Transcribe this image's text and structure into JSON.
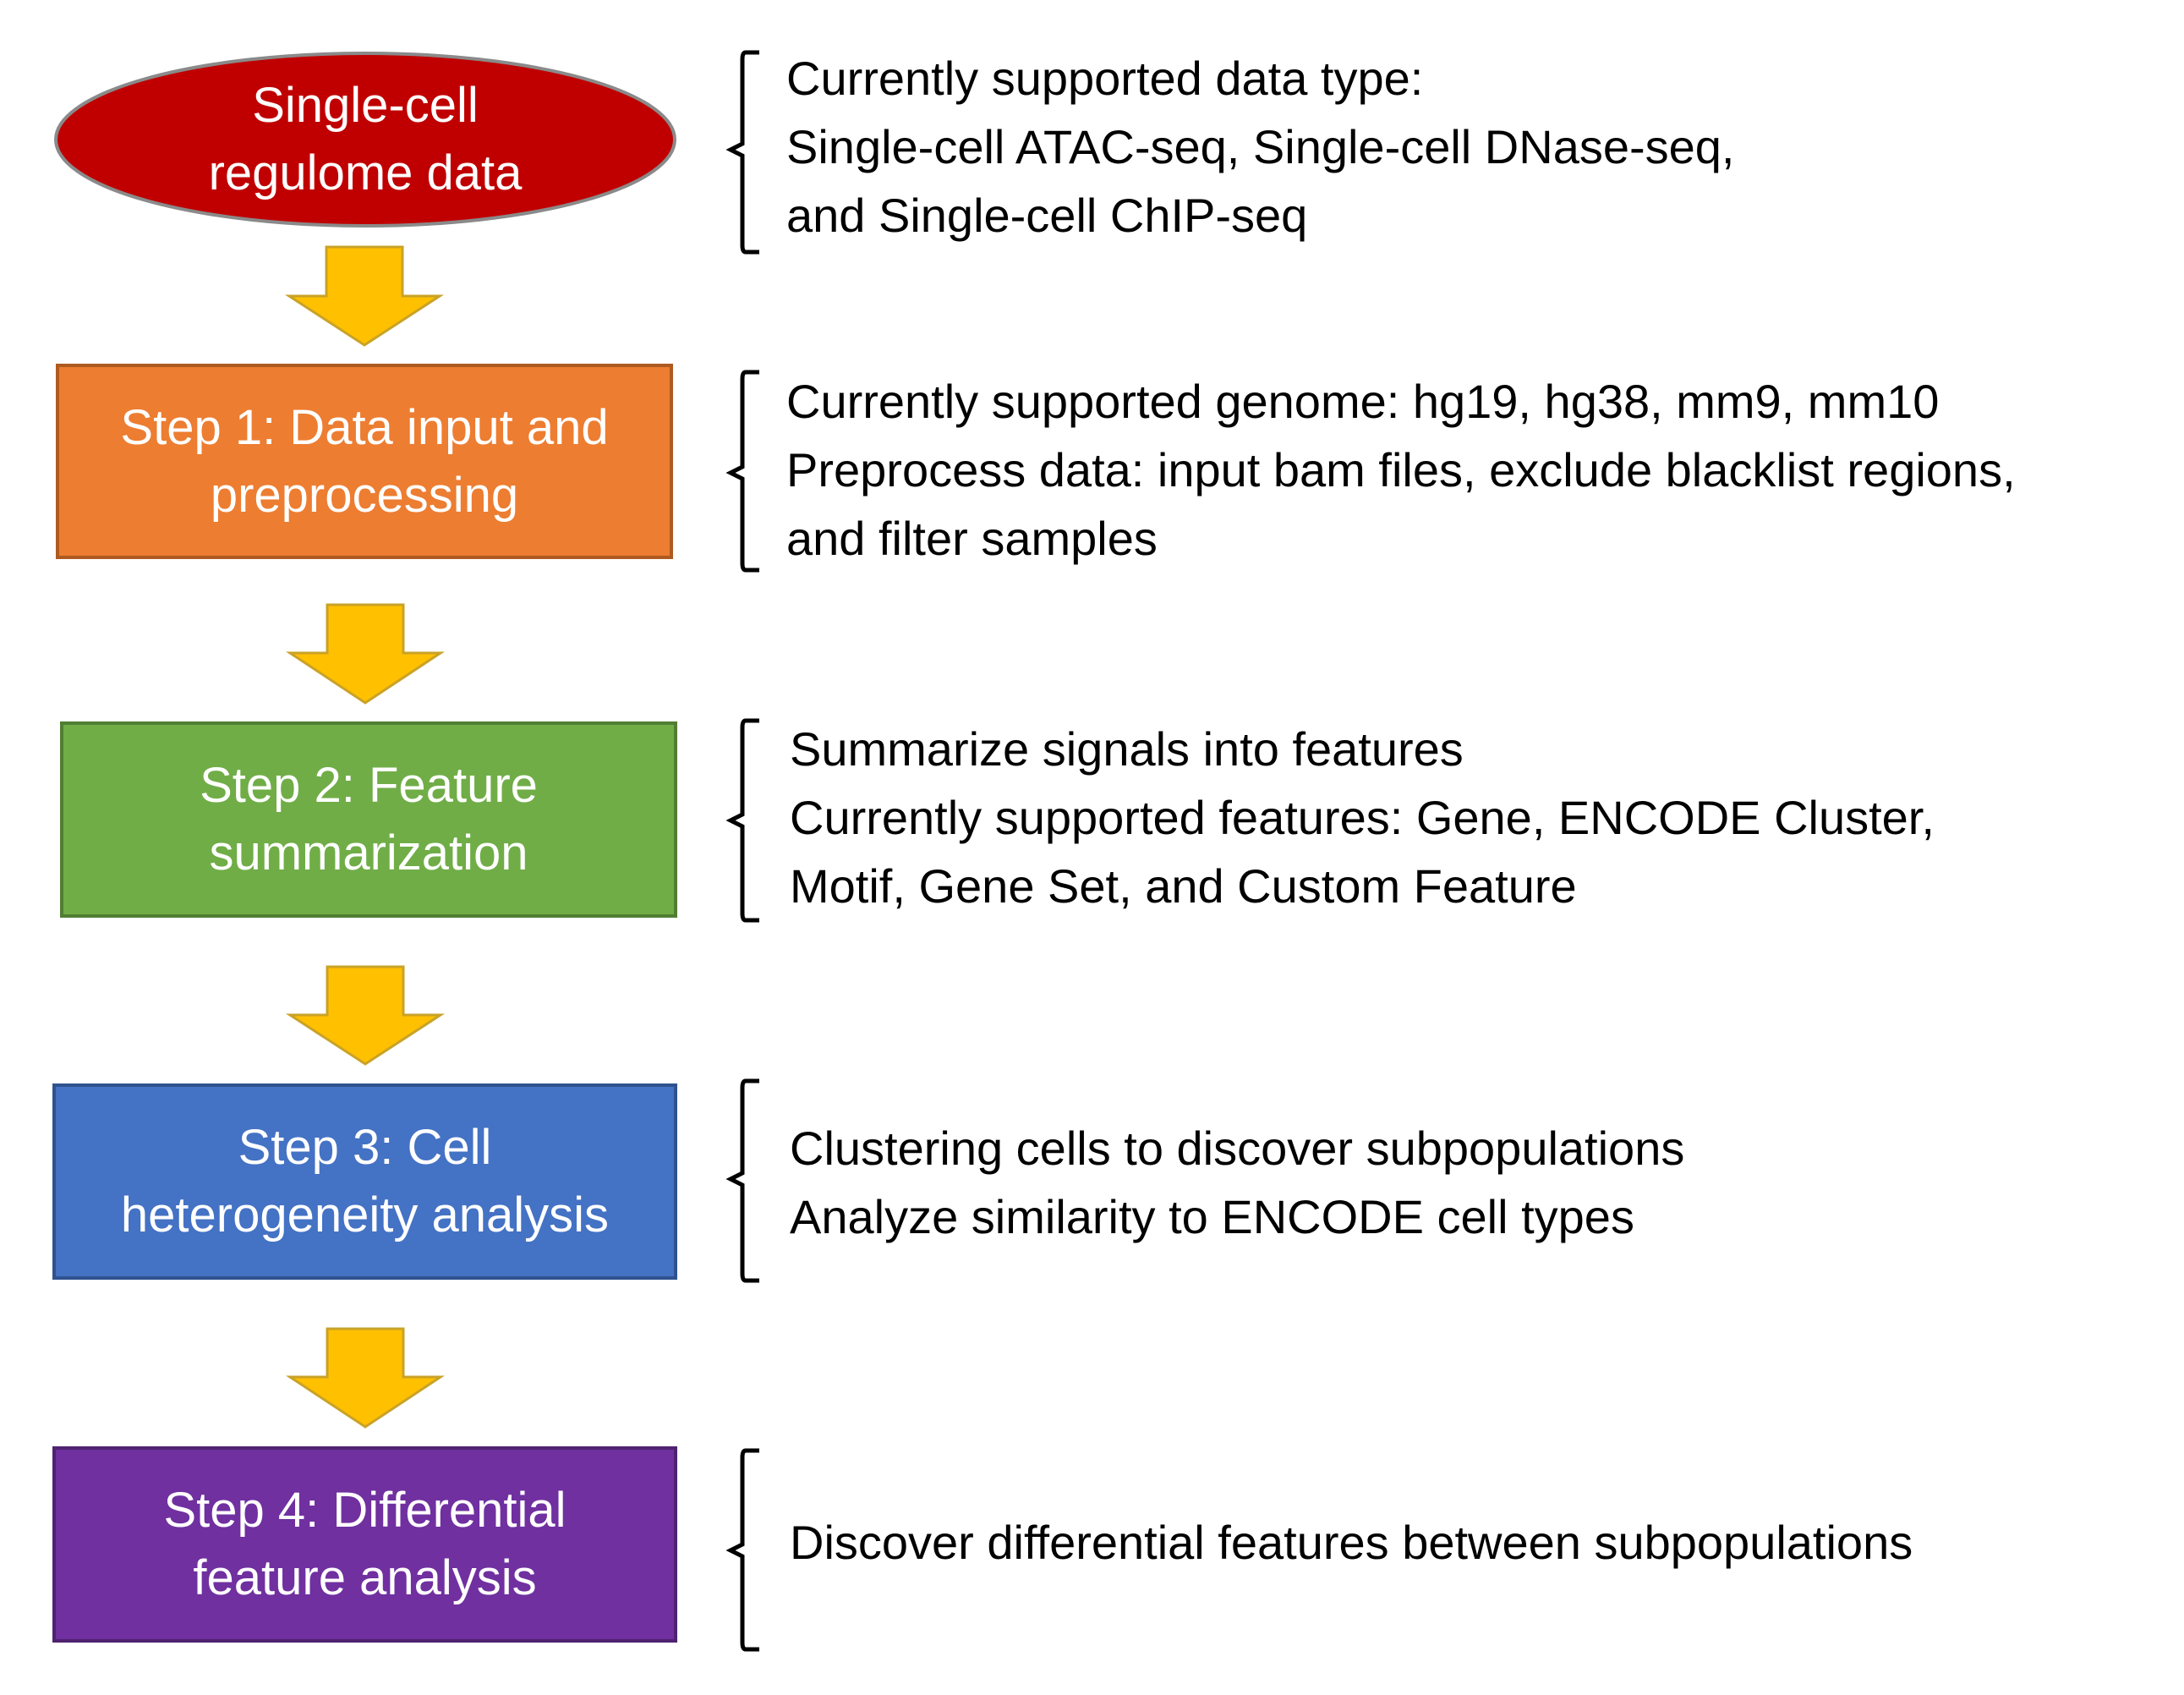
{
  "colors": {
    "start": "#C00000",
    "step1": "#ED7D31",
    "step2": "#70AD47",
    "step3": "#4472C4",
    "step4": "#7030A0",
    "arrow": "#FFC000"
  },
  "nodes": [
    {
      "id": "start",
      "lines": [
        "Single-cell",
        "regulome data"
      ]
    },
    {
      "id": "step1",
      "lines": [
        "Step 1: Data input and",
        "preprocessing"
      ]
    },
    {
      "id": "step2",
      "lines": [
        "Step 2: Feature",
        "summarization"
      ]
    },
    {
      "id": "step3",
      "lines": [
        "Step 3: Cell",
        "heterogeneity analysis"
      ]
    },
    {
      "id": "step4",
      "lines": [
        "Step 4: Differential",
        "feature analysis"
      ]
    }
  ],
  "descriptions": [
    {
      "id": "start",
      "lines": [
        "Currently supported data type:",
        "Single-cell ATAC-seq, Single-cell DNase-seq,",
        "and Single-cell ChIP-seq"
      ]
    },
    {
      "id": "step1",
      "lines": [
        "Currently supported genome: hg19, hg38, mm9, mm10",
        "Preprocess data: input bam files, exclude blacklist regions,",
        "and filter samples"
      ]
    },
    {
      "id": "step2",
      "lines": [
        "Summarize signals into features",
        "Currently supported features: Gene, ENCODE Cluster,",
        "Motif, Gene Set, and Custom Feature"
      ]
    },
    {
      "id": "step3",
      "lines": [
        "Clustering cells to discover subpopulations",
        "Analyze similarity to ENCODE cell types"
      ]
    },
    {
      "id": "step4",
      "lines": [
        "Discover differential features between subpopulations"
      ]
    }
  ]
}
